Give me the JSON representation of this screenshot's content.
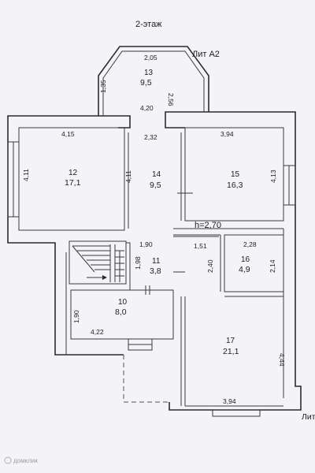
{
  "title": "2-этаж",
  "lit_a2": "Лит А2",
  "lit_edge": "Лит",
  "height_label": "h=2,70",
  "watermark": "домклик",
  "rooms": [
    {
      "number": "13",
      "area": "9,5"
    },
    {
      "number": "12",
      "area": "17,1"
    },
    {
      "number": "14",
      "area": "9,5"
    },
    {
      "number": "15",
      "area": "16,3"
    },
    {
      "number": "16",
      "area": "4,9"
    },
    {
      "number": "11",
      "area": "3,8"
    },
    {
      "number": "10",
      "area": "8,0"
    },
    {
      "number": "17",
      "area": "21,1"
    }
  ],
  "dims": [
    "2,05",
    "2,56",
    "1,35",
    "4,20",
    "4,15",
    "2,32",
    "3,94",
    "4,11",
    "4,11",
    "4,13",
    "1,90",
    "1,51",
    "2,28",
    "1,98",
    "2,40",
    "2,14",
    "1,90",
    "4,22",
    "4,44",
    "3,94"
  ]
}
